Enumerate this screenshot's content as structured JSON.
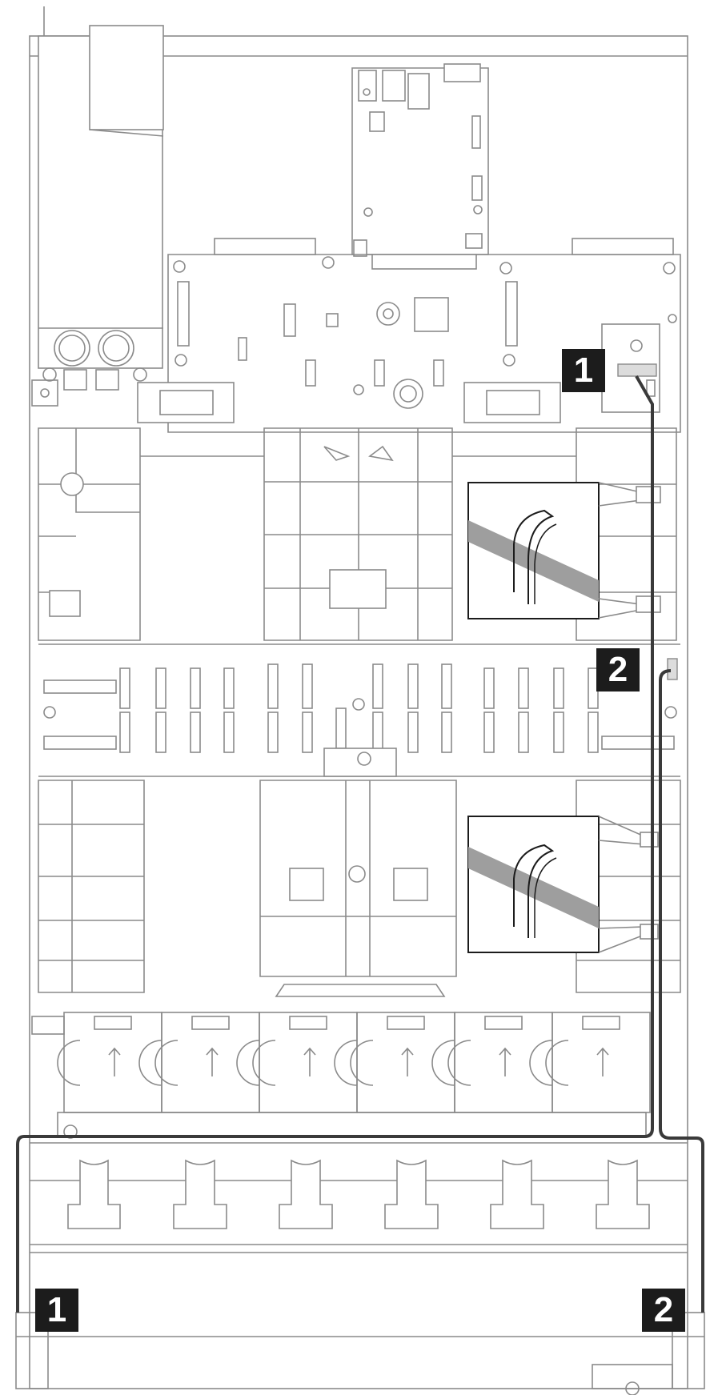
{
  "callouts": [
    {
      "label": "1"
    },
    {
      "label": "2"
    },
    {
      "label": "1"
    },
    {
      "label": "2"
    }
  ],
  "colors": {
    "outline": "#8a8a8a",
    "cable": "#3a3a3a",
    "callout_bg": "#1c1c1c",
    "callout_text": "#ffffff",
    "stripe": "#9e9e9e"
  }
}
